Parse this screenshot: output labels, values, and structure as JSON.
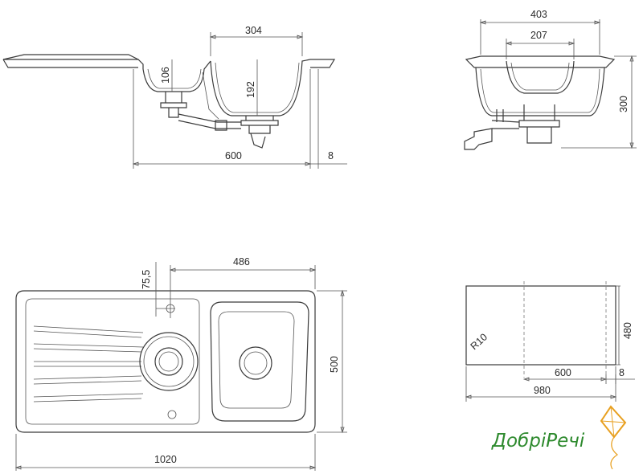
{
  "dimensions": {
    "side_bowl_width": "304",
    "side_small_depth": "106",
    "side_large_depth": "192",
    "side_length": "600",
    "side_lip": "8",
    "front_outer_width": "403",
    "front_bowl_width": "207",
    "front_height": "300",
    "top_tap_offset": "75,5",
    "top_bowl_offset": "486",
    "top_depth": "500",
    "top_length": "1020",
    "cutout_radius": "R10",
    "cutout_height": "480",
    "cutout_inner": "600",
    "cutout_lip": "8",
    "cutout_length": "980"
  },
  "logo": {
    "text": "ДобріРечі",
    "color": "#2e8a2e",
    "accent": "#e8a020"
  }
}
